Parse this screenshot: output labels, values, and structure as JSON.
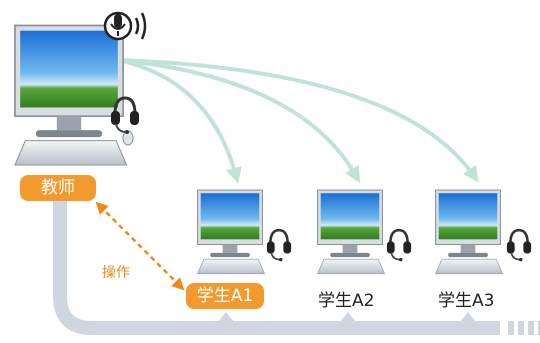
{
  "teacher": {
    "label": "教师"
  },
  "operation": {
    "label": "操作"
  },
  "students": [
    {
      "label": "学生A1",
      "highlighted": true
    },
    {
      "label": "学生A2",
      "highlighted": false
    },
    {
      "label": "学生A3",
      "highlighted": false
    }
  ],
  "icons": {
    "broadcast": "microphone-broadcast-icon",
    "headset": "headset-icon"
  },
  "colors": {
    "accent": "#f29a2e",
    "arrow": "#bfe3d6",
    "bus": "#cfd6df"
  }
}
